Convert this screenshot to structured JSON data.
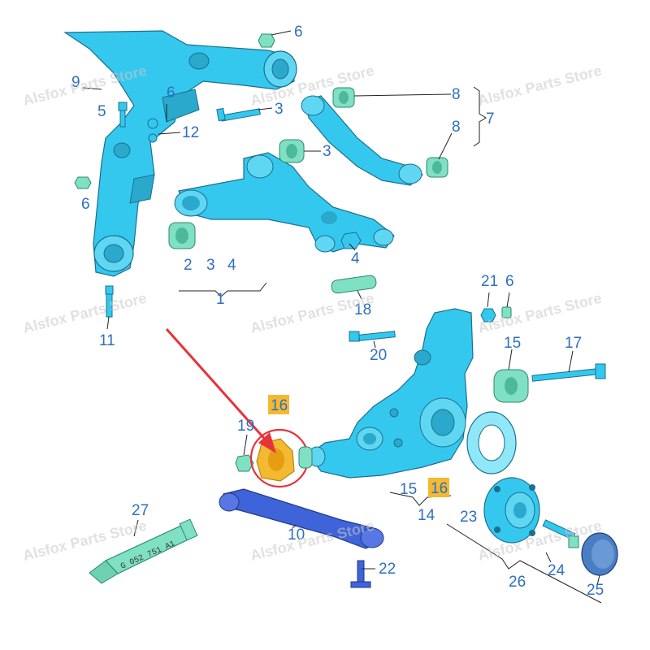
{
  "watermark": {
    "text": "Alsfox Parts Store"
  },
  "tube_marking": "G 052 751 A1",
  "colors": {
    "part_fill": "#35c8ee",
    "part_stroke": "#1b6f8f",
    "bushing_fill": "#7fe0c4",
    "arm_fill": "#3f63d8",
    "label": "#2f6fbf",
    "highlight_fill": "#f5b931",
    "highlight_ring": "#e8323a",
    "arrow": "#e8323a"
  },
  "labels": [
    {
      "id": "l6a",
      "text": "6"
    },
    {
      "id": "l9",
      "text": "9"
    },
    {
      "id": "l5",
      "text": "5"
    },
    {
      "id": "l6b",
      "text": "6"
    },
    {
      "id": "l12",
      "text": "12"
    },
    {
      "id": "l3a",
      "text": "3"
    },
    {
      "id": "l8a",
      "text": "8"
    },
    {
      "id": "l8b",
      "text": "8"
    },
    {
      "id": "l7",
      "text": "7"
    },
    {
      "id": "l3b",
      "text": "3"
    },
    {
      "id": "l6c",
      "text": "6"
    },
    {
      "id": "l2",
      "text": "2"
    },
    {
      "id": "l3c",
      "text": "3"
    },
    {
      "id": "l4a",
      "text": "4"
    },
    {
      "id": "l4b",
      "text": "4"
    },
    {
      "id": "l1",
      "text": "1"
    },
    {
      "id": "l11",
      "text": "11"
    },
    {
      "id": "l18",
      "text": "18"
    },
    {
      "id": "l21",
      "text": "21"
    },
    {
      "id": "l6d",
      "text": "6"
    },
    {
      "id": "l20",
      "text": "20"
    },
    {
      "id": "l15a",
      "text": "15"
    },
    {
      "id": "l17",
      "text": "17"
    },
    {
      "id": "l19",
      "text": "19"
    },
    {
      "id": "l15b",
      "text": "15"
    },
    {
      "id": "l14",
      "text": "14"
    },
    {
      "id": "l27",
      "text": "27"
    },
    {
      "id": "l10",
      "text": "10"
    },
    {
      "id": "l23",
      "text": "23"
    },
    {
      "id": "l22",
      "text": "22"
    },
    {
      "id": "l24",
      "text": "24"
    },
    {
      "id": "l26",
      "text": "26"
    },
    {
      "id": "l25",
      "text": "25"
    }
  ],
  "highlighted_labels": [
    {
      "id": "h16a",
      "text": "16"
    },
    {
      "id": "h16b",
      "text": "16"
    }
  ]
}
